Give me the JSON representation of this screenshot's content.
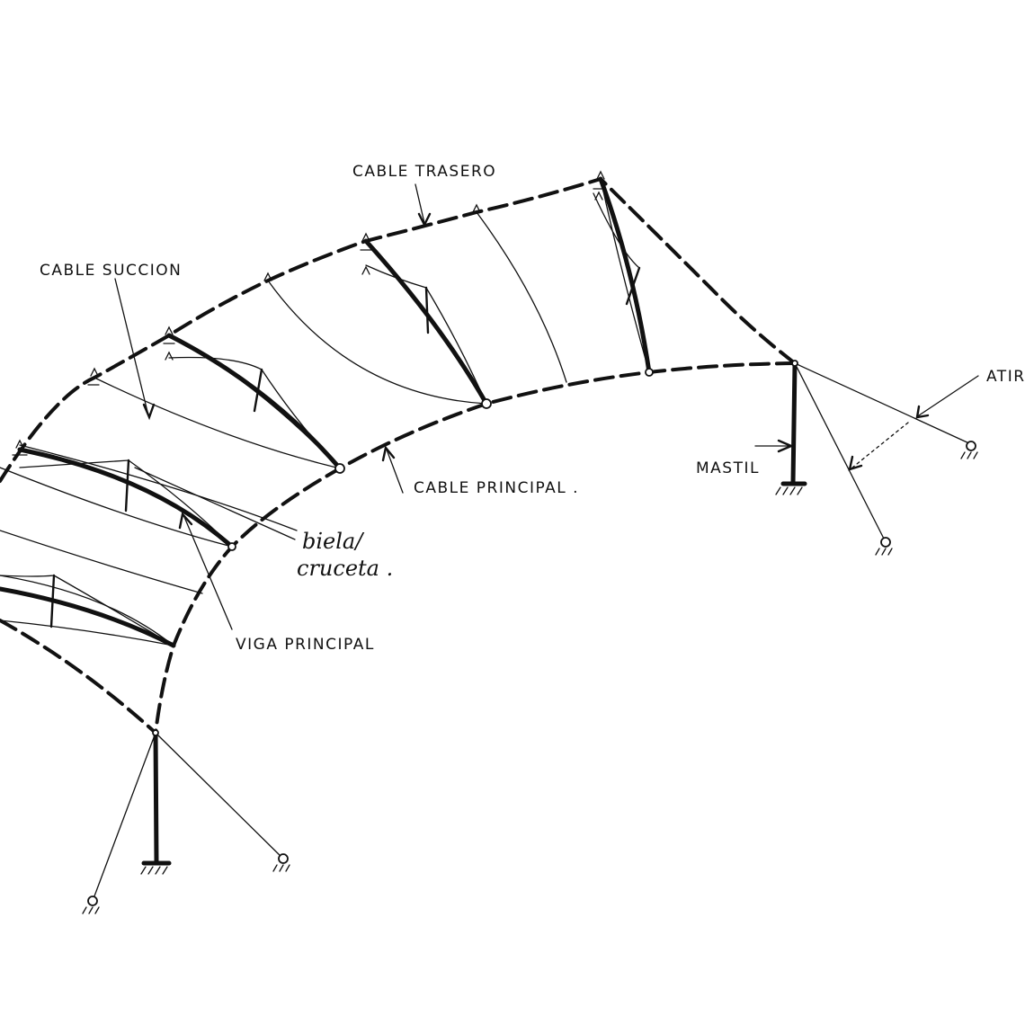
{
  "labels": {
    "cable_trasero": "CABLE TRASERO",
    "cable_succion": "CABLE SUCCION",
    "cable_principal": "CABLE PRINCIPAL .",
    "viga_principal": "VIGA PRINCIPAL",
    "biela": "biela/",
    "cruceta": "cruceta .",
    "mastil": "MASTIL",
    "atir": "ATIR"
  }
}
